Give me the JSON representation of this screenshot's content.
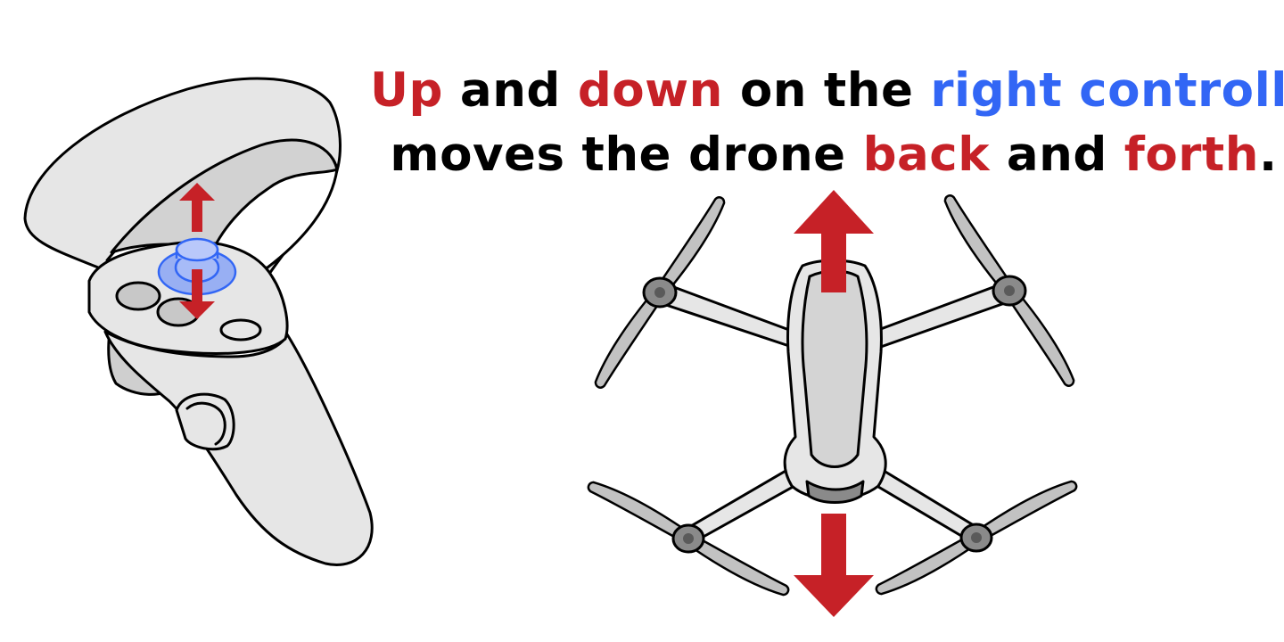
{
  "instruction": {
    "line1": [
      {
        "text": "Up",
        "tone": "red"
      },
      {
        "text": " and ",
        "tone": "black"
      },
      {
        "text": "down",
        "tone": "red"
      },
      {
        "text": " on the ",
        "tone": "black"
      },
      {
        "text": "right controller",
        "tone": "blue"
      }
    ],
    "line2": [
      {
        "text": "moves the drone ",
        "tone": "black"
      },
      {
        "text": "back",
        "tone": "red"
      },
      {
        "text": " and ",
        "tone": "black"
      },
      {
        "text": "forth",
        "tone": "red"
      },
      {
        "text": ".",
        "tone": "black"
      }
    ]
  },
  "colors": {
    "accent_red": "#c62127",
    "accent_blue": "#3266f5",
    "device_fill": "#e6e6e6",
    "device_shadow": "#c2c2c2",
    "outline": "#000000"
  },
  "illustrations": {
    "controller": "vr-right-controller",
    "thumbstick": "thumbstick-icon",
    "drone": "quadcopter-top-view"
  }
}
